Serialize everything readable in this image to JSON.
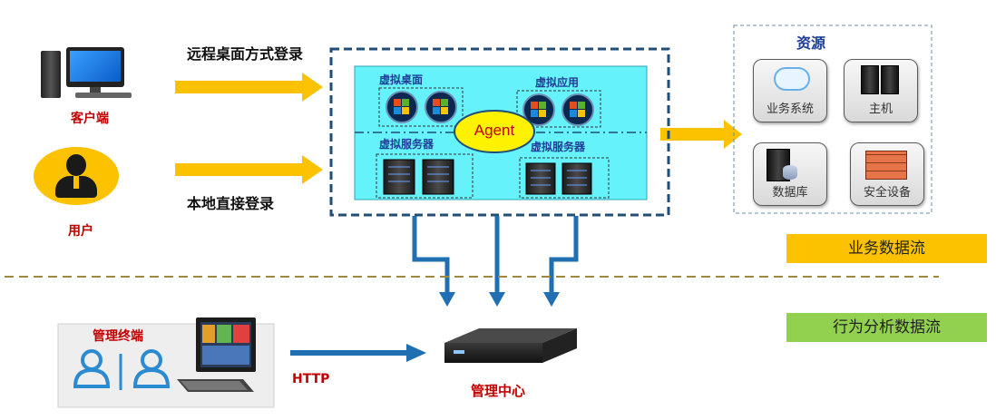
{
  "left": {
    "client_label": "客户端",
    "user_label": "用户",
    "remote_login": "远程桌面方式登录",
    "local_login": "本地直接登录"
  },
  "virtual": {
    "desktop_label": "虚拟桌面",
    "app_label": "虚拟应用",
    "server_label_left": "虚拟服务器",
    "server_label_right": "虚拟服务器",
    "agent": "Agent"
  },
  "resources": {
    "title": "资源",
    "items": [
      "业务系统",
      "主机",
      "数据库",
      "安全设备"
    ]
  },
  "legends": {
    "business_flow": "业务数据流",
    "behavior_flow": "行为分析数据流",
    "business_color": "#fcc200",
    "behavior_color": "#92d050"
  },
  "bottom": {
    "terminal_label": "管理终端",
    "http": "HTTP",
    "center_label": "管理中心"
  },
  "colors": {
    "arrow_yellow": "#fcc200",
    "arrow_blue": "#1f6fb2",
    "panel_cyan": "#66f2fb"
  }
}
